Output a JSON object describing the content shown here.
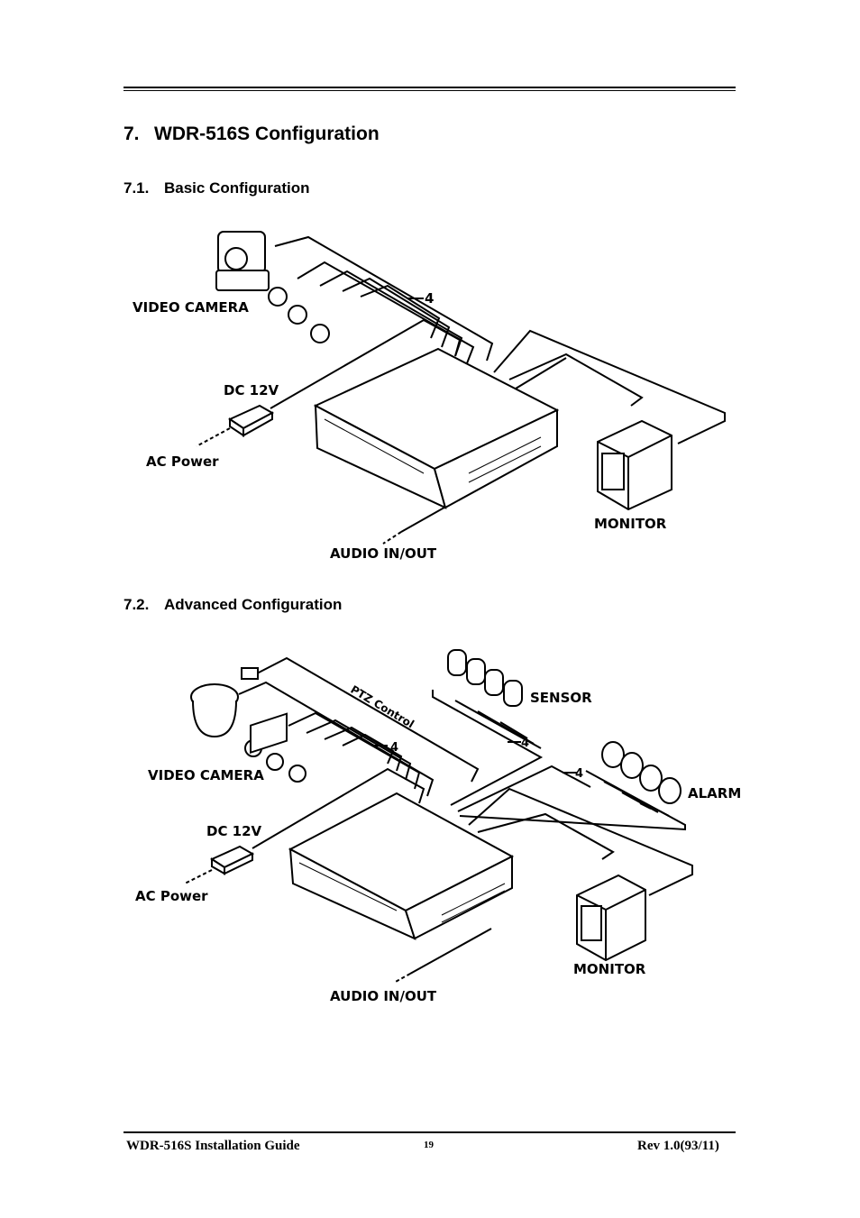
{
  "section": {
    "number": "7.",
    "title": "WDR-516S Configuration"
  },
  "sub1": {
    "number": "7.1.",
    "title": "Basic Configuration"
  },
  "sub2": {
    "number": "7.2.",
    "title": "Advanced Configuration"
  },
  "fig1": {
    "video_camera": "VIDEO CAMERA",
    "count": "4",
    "dc12v": "DC 12V",
    "ac_power": "AC Power",
    "monitor": "MONITOR",
    "audio": "AUDIO IN/OUT"
  },
  "fig2": {
    "ptz": "PTZ Control",
    "sensor": "SENSOR",
    "alarm": "ALARM",
    "video_camera": "VIDEO CAMERA",
    "count": "4",
    "dc12v": "DC 12V",
    "ac_power": "AC Power",
    "monitor": "MONITOR",
    "audio": "AUDIO IN/OUT"
  },
  "footer": {
    "left": "WDR-516S  Installation  Guide",
    "page": "19",
    "right": "Rev  1.0(93/11)"
  }
}
